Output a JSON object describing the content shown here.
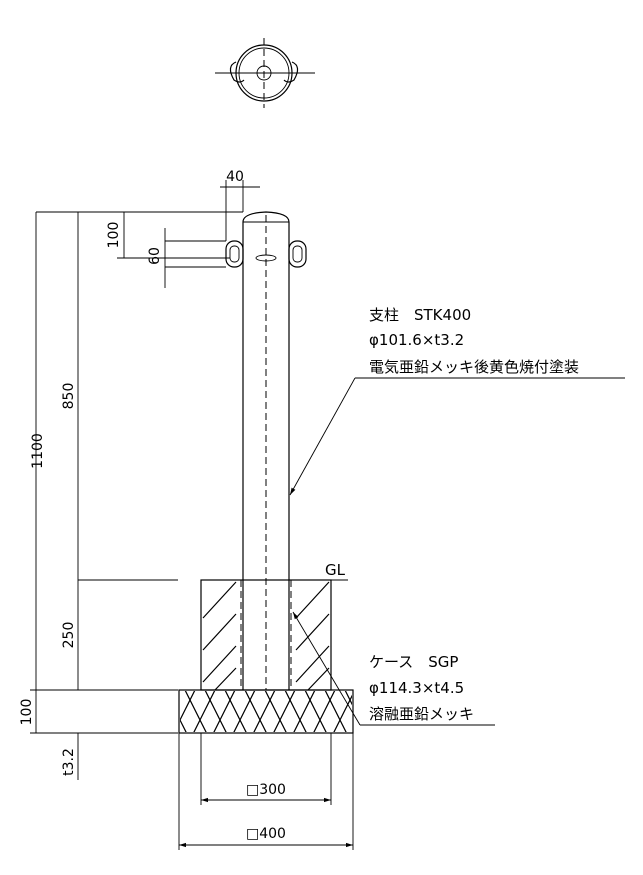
{
  "dimensions": {
    "total_height": "1100",
    "above_ring": "850",
    "embed_depth": "250",
    "base_thickness": "100",
    "plate": "t3.2",
    "ring_top_offset": "100",
    "ring_spacing": "60",
    "ring_width": "40",
    "case_square": "□300",
    "base_square": "□400"
  },
  "labels": {
    "ground_level": "GL",
    "post_line1": "支柱　STK400",
    "post_line2": "φ101.6×t3.2",
    "post_line3": "電気亜鉛メッキ後黄色焼付塗装",
    "case_line1": "ケース　SGP",
    "case_line2": "φ114.3×t4.5",
    "case_line3": "溶融亜鉛メッキ"
  }
}
